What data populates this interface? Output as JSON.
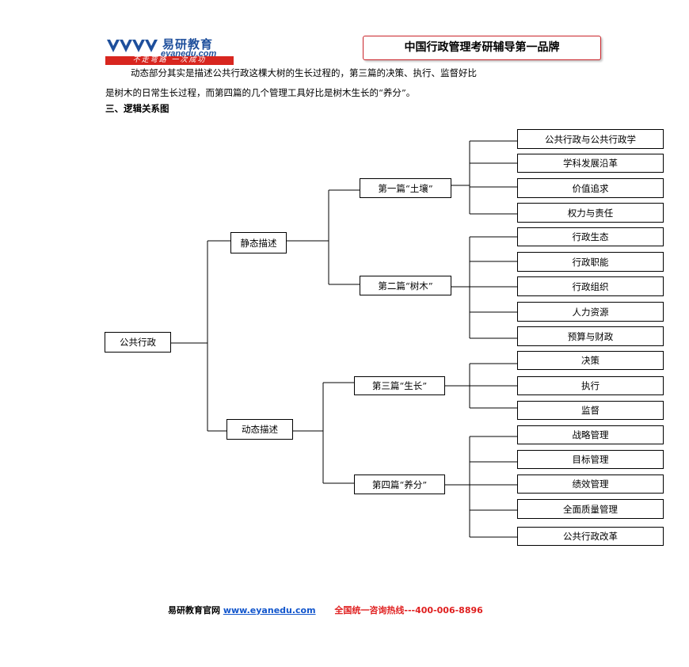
{
  "header": {
    "logo_name": "易研教育",
    "logo_url": "eyanedu.com",
    "logo_slogan": "不走弯路 一次成功",
    "banner": "中国行政管理考研辅导第一品牌"
  },
  "intro": {
    "line1": "动态部分其实是描述公共行政这棵大树的生长过程的，第三篇的决策、执行、监督好比",
    "line2": "是树木的日常生长过程，而第四篇的几个管理工具好比是树木生长的“养分”。"
  },
  "section_title": "三、逻辑关系图",
  "diagram": {
    "root": "公共行政",
    "static": "静态描述",
    "dynamic": "动态描述",
    "part1": "第一篇“土壤”",
    "part2": "第二篇“树木”",
    "part3": "第三篇“生长”",
    "part4": "第四篇“养分”",
    "part1_items": [
      "公共行政与公共行政学",
      "学科发展沿革",
      "价值追求",
      "权力与责任"
    ],
    "part2_items": [
      "行政生态",
      "行政职能",
      "行政组织",
      "人力资源",
      "预算与财政"
    ],
    "part3_items": [
      "决策",
      "执行",
      "监督"
    ],
    "part4_items": [
      "战略管理",
      "目标管理",
      "绩效管理",
      "全面质量管理",
      "公共行政改革"
    ]
  },
  "footer": {
    "site_label": "易研教育官网",
    "site_link": "www.eyanedu.com",
    "hotline": "全国统一咨询热线---400-006-8896"
  },
  "colors": {
    "brand_blue": "#1e4f9c",
    "brand_red": "#d8261f",
    "link_blue": "#1155cc",
    "hotline_red": "#e02020"
  }
}
